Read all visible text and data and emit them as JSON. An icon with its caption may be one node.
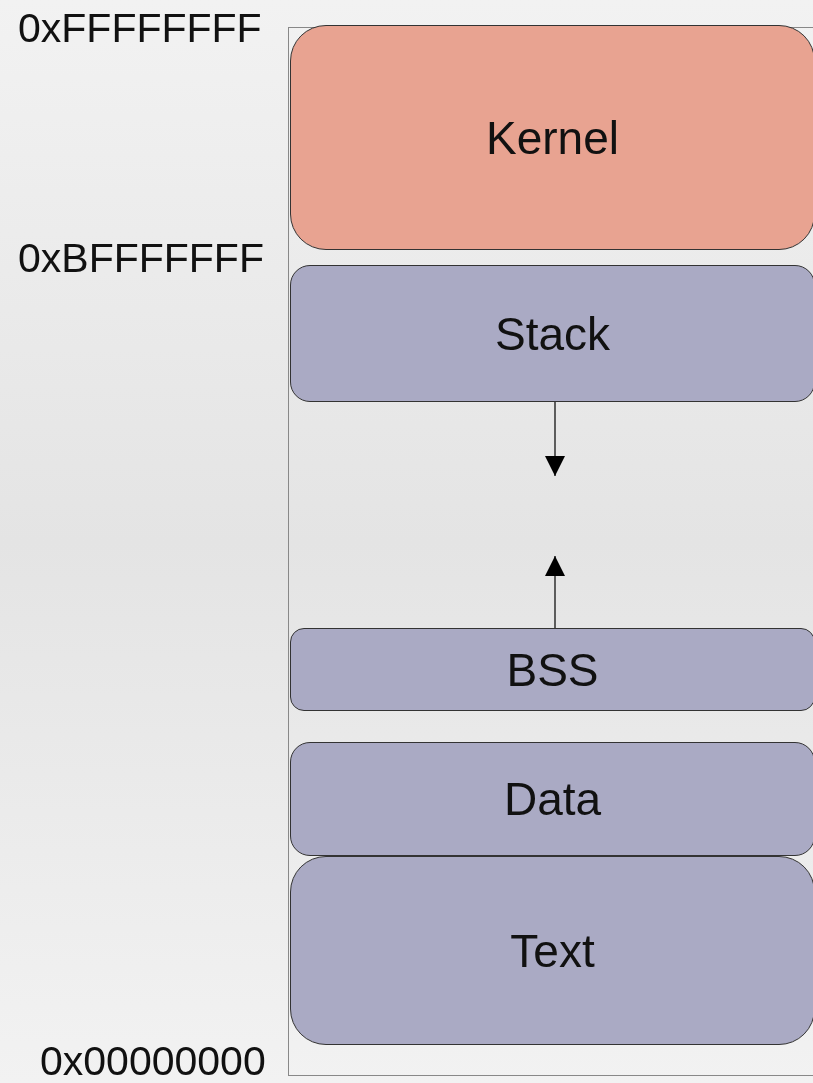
{
  "diagram": {
    "nodes": [
      {
        "text": [
          "Kernel"
        ]
      },
      {
        "text": [
          "Stack"
        ]
      },
      {
        "text": [
          "BSS"
        ]
      },
      {
        "text": [
          "Data"
        ]
      },
      {
        "text": [
          "Text"
        ]
      }
    ],
    "edges": [
      {
        "from": 1,
        "to": null,
        "arrow": "to"
      },
      {
        "from": 2,
        "to": null,
        "arrow": "to"
      }
    ],
    "labels": [
      "0xFFFFFFFF",
      "0xBFFFFFFF",
      "0x00000000"
    ]
  }
}
